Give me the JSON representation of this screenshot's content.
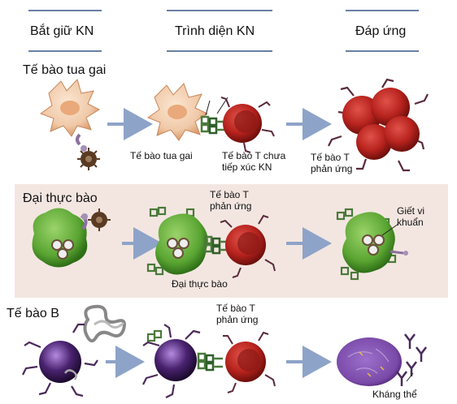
{
  "columns": [
    "Bắt giữ KN",
    "Trình diện KN",
    "Đáp ứng"
  ],
  "rows": {
    "dendritic": {
      "title": "Tế bào tua gai",
      "labels": {
        "apc": "Tế bào tua gai",
        "naive_t": "Tế bào T chưa\ntiếp xúc KN",
        "effector_t": "Tế bào T\nphản ứng"
      }
    },
    "macrophage": {
      "title": "Đại thực bào",
      "labels": {
        "effector_t": "Tế bào T\nphản ứng",
        "apc": "Đại thực bào",
        "kill": "Giết vi\nkhuẩn"
      }
    },
    "bcell": {
      "title": "Tế bào B",
      "labels": {
        "effector_t": "Tế bào T\nphản ứng",
        "antibody": "Kháng thể"
      }
    }
  },
  "colors": {
    "header_rule": "#6a7fa3",
    "arrow": "#8ea3c8",
    "dendritic_cell": "#f0c9a8",
    "t_cell": "#b8231e",
    "macrophage": "#5aa532",
    "b_cell": "#4a2370",
    "plasma_cell": "#7a4aa8",
    "macrophage_band": "#f3e6e1"
  },
  "icons": [
    "arrow-right-icon",
    "microbe-icon",
    "receptor-icon",
    "antibody-icon",
    "protein-icon"
  ]
}
